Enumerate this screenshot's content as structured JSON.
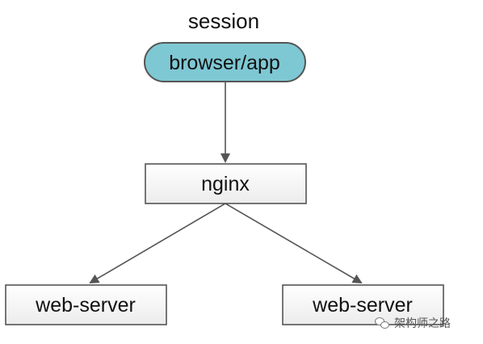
{
  "diagram": {
    "title": "session",
    "nodes": {
      "client": "browser/app",
      "proxy": "nginx",
      "server_left": "web-server",
      "server_right": "web-server"
    },
    "colors": {
      "client_fill": "#7ec8d4",
      "box_fill": "#f4f4f4",
      "stroke": "#555555"
    }
  },
  "watermark": {
    "text": "架构师之路",
    "icon": "wechat-icon"
  }
}
